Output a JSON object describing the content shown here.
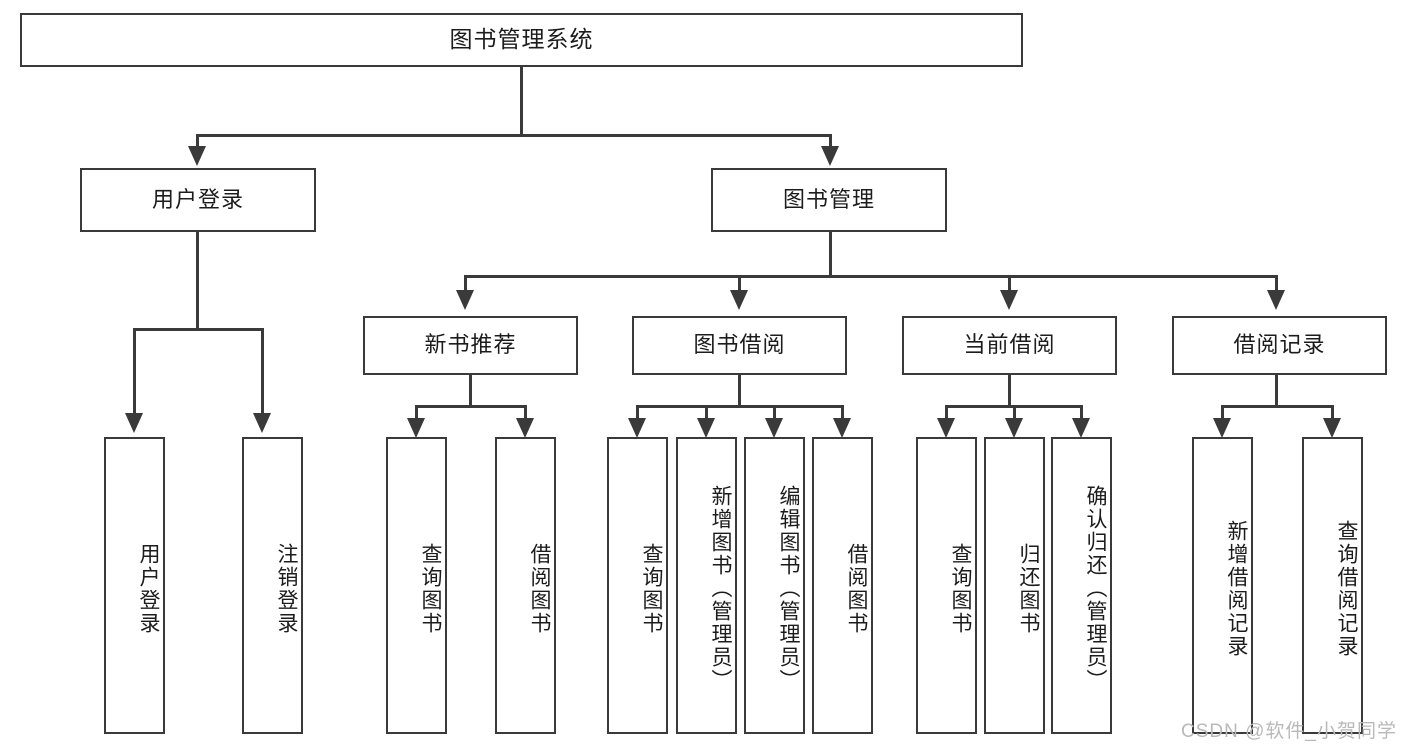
{
  "diagram": {
    "type": "tree",
    "title": "图书管理系统",
    "root": {
      "label": "图书管理系统"
    },
    "level2": [
      {
        "label": "用户登录"
      },
      {
        "label": "图书管理"
      }
    ],
    "level3": [
      {
        "label": "新书推荐"
      },
      {
        "label": "图书借阅"
      },
      {
        "label": "当前借阅"
      },
      {
        "label": "借阅记录"
      }
    ],
    "leaves": {
      "user_login": [
        {
          "label": "用户登录"
        },
        {
          "label": "注销登录"
        }
      ],
      "new_book_recommend": [
        {
          "label": "查询图书"
        },
        {
          "label": "借阅图书"
        }
      ],
      "book_borrow": [
        {
          "label": "查询图书"
        },
        {
          "label": "新增图书（管理员）"
        },
        {
          "label": "编辑图书（管理员）"
        },
        {
          "label": "借阅图书"
        }
      ],
      "current_borrow": [
        {
          "label": "查询图书"
        },
        {
          "label": "归还图书"
        },
        {
          "label": "确认归还（管理员）"
        }
      ],
      "borrow_record": [
        {
          "label": "新增借阅记录"
        },
        {
          "label": "查询借阅记录"
        }
      ]
    }
  },
  "watermark": {
    "text": "CSDN @软件_小贺同学"
  },
  "colors": {
    "stroke": "#3a3a3a",
    "text": "#1c1c1c",
    "background": "#ffffff",
    "watermark": "#b9b9b9"
  }
}
